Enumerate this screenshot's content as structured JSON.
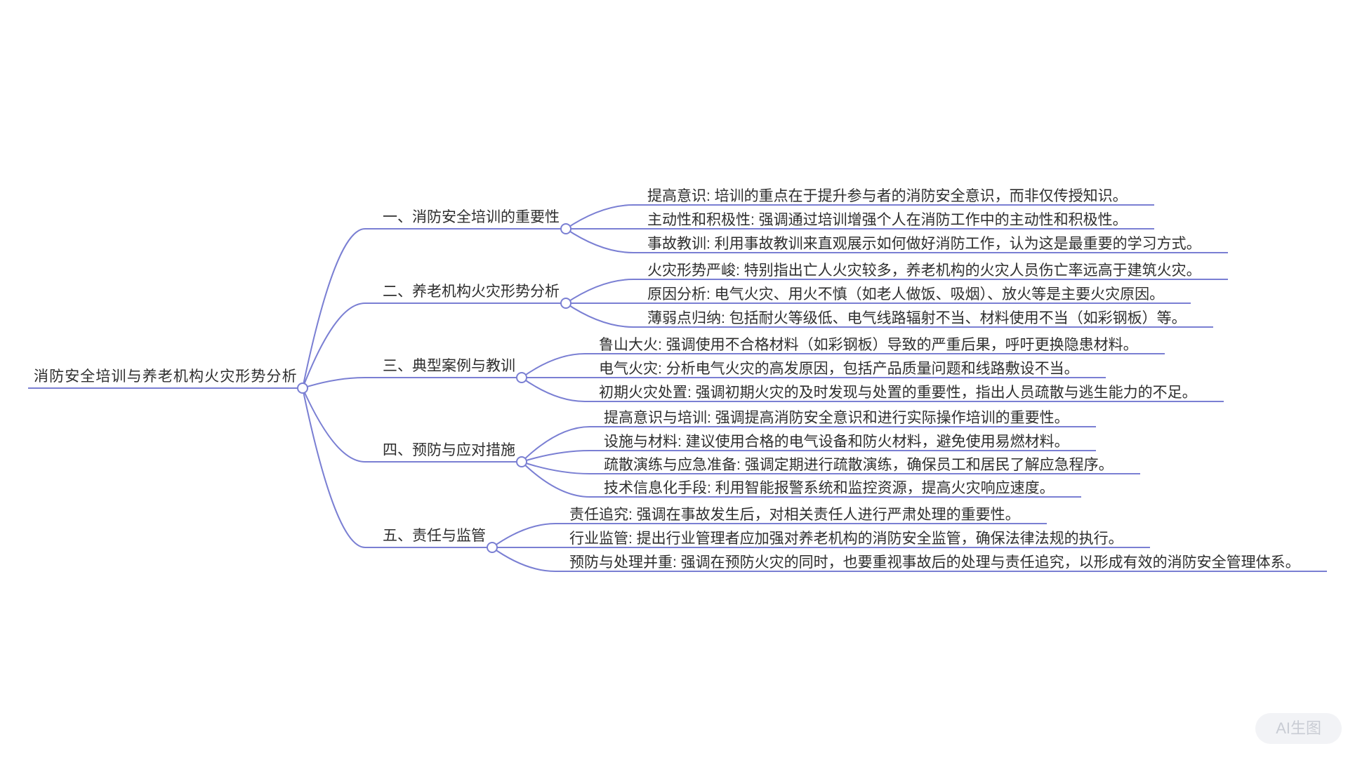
{
  "root": {
    "label": "消防安全培训与养老机构火灾形势分析"
  },
  "branches": [
    {
      "label": "一、消防安全培训的重要性",
      "children": [
        "提高意识: 培训的重点在于提升参与者的消防安全意识，而非仅传授知识。",
        "主动性和积极性: 强调通过培训增强个人在消防工作中的主动性和积极性。",
        "事故教训: 利用事故教训来直观展示如何做好消防工作，认为这是最重要的学习方式。"
      ]
    },
    {
      "label": "二、养老机构火灾形势分析",
      "children": [
        "火灾形势严峻: 特别指出亡人火灾较多，养老机构的火灾人员伤亡率远高于建筑火灾。",
        "原因分析: 电气火灾、用火不慎（如老人做饭、吸烟）、放火等是主要火灾原因。",
        "薄弱点归纳: 包括耐火等级低、电气线路辐射不当、材料使用不当（如彩钢板）等。"
      ]
    },
    {
      "label": "三、典型案例与教训",
      "children": [
        "鲁山大火: 强调使用不合格材料（如彩钢板）导致的严重后果，呼吁更换隐患材料。",
        "电气火灾: 分析电气火灾的高发原因，包括产品质量问题和线路敷设不当。",
        "初期火灾处置: 强调初期火灾的及时发现与处置的重要性，指出人员疏散与逃生能力的不足。"
      ]
    },
    {
      "label": "四、预防与应对措施",
      "children": [
        "提高意识与培训: 强调提高消防安全意识和进行实际操作培训的重要性。",
        "设施与材料: 建议使用合格的电气设备和防火材料，避免使用易燃材料。",
        "疏散演练与应急准备: 强调定期进行疏散演练，确保员工和居民了解应急程序。",
        "技术信息化手段: 利用智能报警系统和监控资源，提高火灾响应速度。"
      ]
    },
    {
      "label": "五、责任与监管",
      "children": [
        "责任追究: 强调在事故发生后，对相关责任人进行严肃处理的重要性。",
        "行业监管: 提出行业管理者应加强对养老机构的消防安全监管，确保法律法规的执行。",
        "预防与处理并重: 强调在预防火灾的同时，也要重视事故后的处理与责任追究，以形成有效的消防安全管理体系。"
      ]
    }
  ],
  "watermark": {
    "label": "AI生图"
  },
  "colors": {
    "line": "#7a7fd3",
    "text": "#2e2e2e",
    "watermark_bg": "#f2f3f6",
    "watermark_text": "#c9ccd4"
  }
}
